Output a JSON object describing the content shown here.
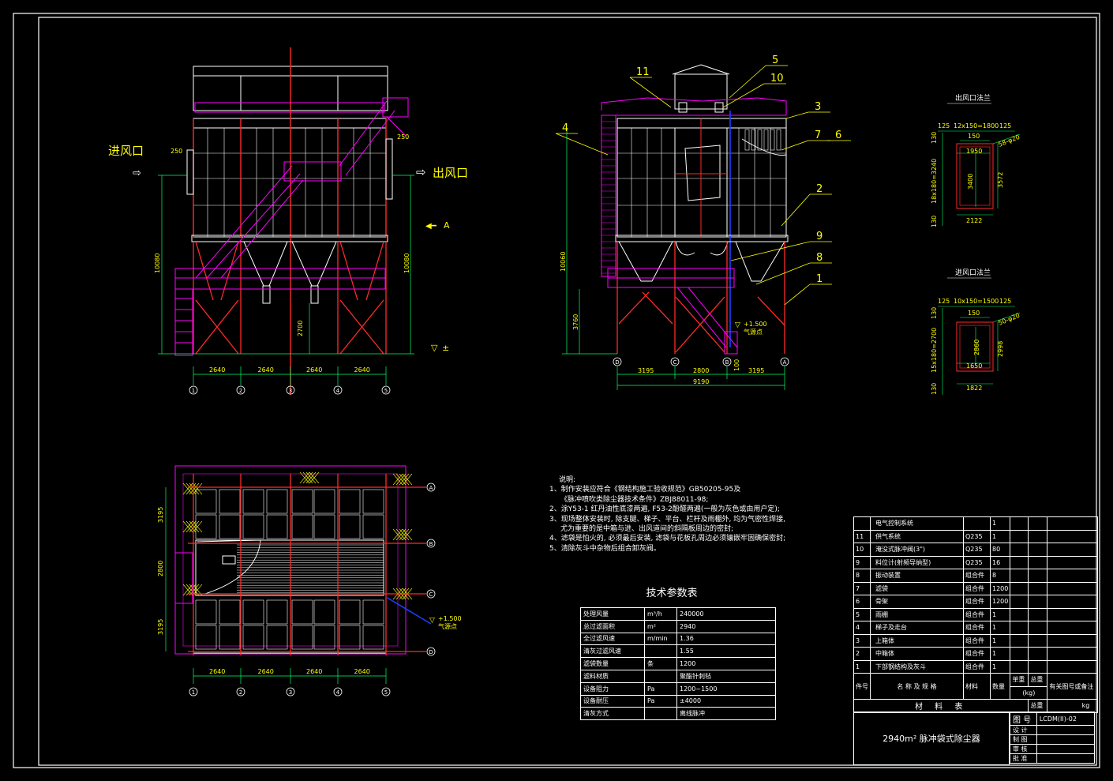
{
  "drawing": {
    "title": "2940m² 脉冲袋式除尘器",
    "drawing_no_label": "图 号",
    "drawing_no": "LCDM(II)-02",
    "roles": [
      "设 计",
      "制 图",
      "审 核",
      "批 准"
    ]
  },
  "front_view": {
    "inlet_label": "进风口",
    "outlet_label": "出风口",
    "section_mark": "A",
    "ground_mark": "±",
    "dim_250_left": "250",
    "dim_250_right": "250",
    "height_left": "10080",
    "height_right": "10080",
    "height_2700": "2700",
    "bays": [
      "2640",
      "2640",
      "2640",
      "2640"
    ],
    "axes": [
      "1",
      "2",
      "3",
      "4",
      "5"
    ]
  },
  "side_view": {
    "height": "10060",
    "height_low": "3760",
    "level_mark": "+1.500",
    "level_note": "气源点",
    "dims": [
      "3195",
      "2800",
      "100",
      "3195"
    ],
    "total": "9190",
    "axes": [
      "D",
      "C",
      "B",
      "A"
    ],
    "callouts": [
      "1",
      "2",
      "3",
      "4",
      "5",
      "6",
      "7",
      "8",
      "9",
      "10",
      "11"
    ]
  },
  "plan_view": {
    "side_dims": [
      "3195",
      "2800",
      "3195"
    ],
    "bays": [
      "2640",
      "2640",
      "2640",
      "2640"
    ],
    "axes": [
      "1",
      "2",
      "3",
      "4",
      "5"
    ],
    "row_axes": [
      "A",
      "B",
      "C",
      "D"
    ],
    "level_mark": "+1.500",
    "level_note": "气源点"
  },
  "outlet_flange": {
    "title": "出风口法兰",
    "top": [
      "125",
      "12x150=1800",
      "125"
    ],
    "inner_top": "150",
    "inner_w": "1950",
    "left": [
      "130",
      "18x180=3240",
      "130"
    ],
    "inner_h": "3400",
    "outer_h": "3572",
    "bolt": "58-φ20",
    "bottom": "2122"
  },
  "inlet_flange": {
    "title": "进风口法兰",
    "top": [
      "125",
      "10x150=1500",
      "125"
    ],
    "inner_top": "150",
    "inner_w": "1650",
    "left": [
      "130",
      "15x180=2700",
      "130"
    ],
    "inner_h": "2860",
    "outer_h": "2998",
    "bolt": "50-φ20",
    "bottom": "1822"
  },
  "notes": {
    "heading": "说明:",
    "lines": [
      "1、制作安装应符合《钢结构施工验收规范》GB50205-95及",
      "《脉冲喷吹类除尘器技术条件》ZBJ88011-98;",
      "2、涂Y53-1 红丹油性底漆两遍, F53-2酚醛两遍(一般为灰色或由用户定);",
      "3、现场整体安装时, 除支腿、梯子、平台、栏杆及雨棚外, 均为气密性焊接,",
      "尤为重要的是中箱与进、出风道间的斜隔板周边的密封;",
      "4、滤袋是怕火的, 必须最后安装, 滤袋与花板孔周边必须镶嵌牢固确保密封;",
      "5、清除灰斗中杂物后组合卸灰阀。"
    ]
  },
  "tech_params": {
    "title": "技术参数表",
    "rows": [
      {
        "name": "处理风量",
        "unit": "m³/h",
        "value": "240000"
      },
      {
        "name": "总过滤面积",
        "unit": "m²",
        "value": "2940"
      },
      {
        "name": "全过滤风速",
        "unit": "m/min",
        "value": "1.36"
      },
      {
        "name": "清灰过滤风速",
        "unit": "",
        "value": "1.55"
      },
      {
        "name": "滤袋数量",
        "unit": "条",
        "value": "1200"
      },
      {
        "name": "滤料材质",
        "unit": "",
        "value": "聚酯针刺毡"
      },
      {
        "name": "设备阻力",
        "unit": "Pa",
        "value": "1200~1500"
      },
      {
        "name": "设备耐压",
        "unit": "Pa",
        "value": "±4000"
      },
      {
        "name": "清灰方式",
        "unit": "",
        "value": "离线脉冲"
      }
    ]
  },
  "bom": {
    "rows": [
      {
        "no": "",
        "name": "电气控制系统",
        "mat": "",
        "qty": "1"
      },
      {
        "no": "11",
        "name": "供气系统",
        "mat": "Q235",
        "qty": "1"
      },
      {
        "no": "10",
        "name": "淹没式脉冲阀(3\")",
        "mat": "Q235",
        "qty": "80"
      },
      {
        "no": "9",
        "name": "料位计(射频导纳型)",
        "mat": "Q235",
        "qty": "16"
      },
      {
        "no": "8",
        "name": "振动装置",
        "mat": "组合件",
        "qty": "8"
      },
      {
        "no": "7",
        "name": "滤袋",
        "mat": "组合件",
        "qty": "1200"
      },
      {
        "no": "6",
        "name": "骨架",
        "mat": "组合件",
        "qty": "1200"
      },
      {
        "no": "5",
        "name": "雨棚",
        "mat": "组合件",
        "qty": "1"
      },
      {
        "no": "4",
        "name": "梯子及走台",
        "mat": "组合件",
        "qty": "1"
      },
      {
        "no": "3",
        "name": "上箱体",
        "mat": "组合件",
        "qty": "1"
      },
      {
        "no": "2",
        "name": "中箱体",
        "mat": "组合件",
        "qty": "1"
      },
      {
        "no": "1",
        "name": "下部钢结构及灰斗",
        "mat": "组合件",
        "qty": "1"
      }
    ],
    "header": {
      "no": "件号",
      "name": "名 称 及 规 格",
      "mat": "材料",
      "qty": "数量",
      "unit_w": "单重",
      "total_w": "总重",
      "kg": "(kg)",
      "remark": "有关图号或备注"
    },
    "footer": {
      "label": "材 料 表",
      "total": "总重",
      "unit": "kg"
    }
  }
}
